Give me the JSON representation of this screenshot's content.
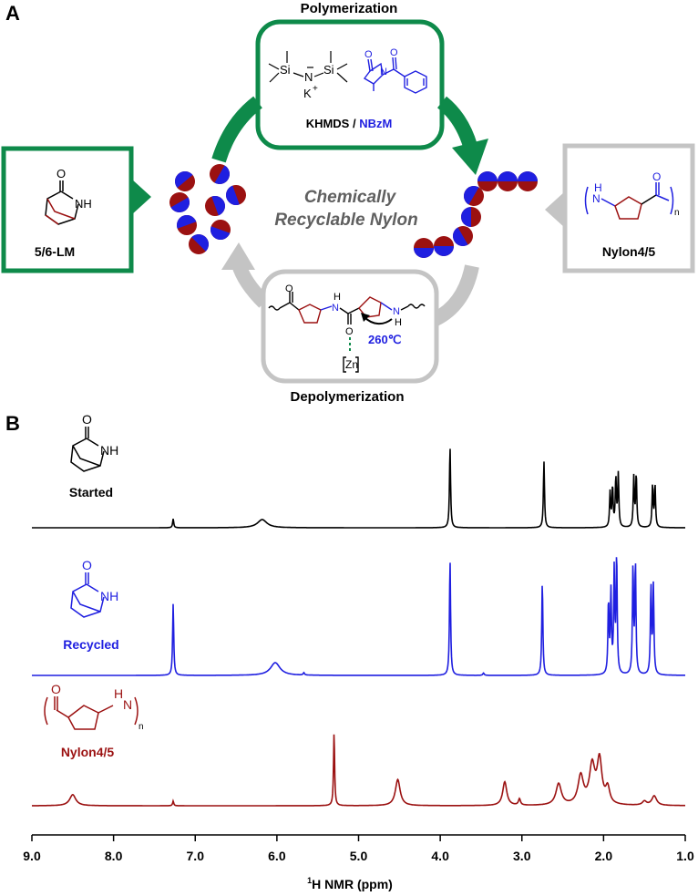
{
  "panel_a": {
    "letter": "A",
    "polymerization_title": "Polymerization",
    "catalyst_label": "KHMDS",
    "catalyst_sep": " / ",
    "initiator_label": "NBzM",
    "khmds_si_left": "Si",
    "khmds_n": "N",
    "khmds_si_right": "Si",
    "khmds_counterion": "K",
    "khmds_charge": "+",
    "center_line1": "Chemically",
    "center_line2": "Recyclable Nylon",
    "monomer_label": "5/6-LM",
    "monomer_o": "O",
    "monomer_nh": "NH",
    "polymer_label": "Nylon4/5",
    "polymer_h": "H",
    "polymer_n": "N",
    "polymer_o": "O",
    "polymer_sub": "n",
    "depolymerization_title": "Depolymerization",
    "depoly_o_left": "O",
    "depoly_h_top": "H",
    "depoly_n_mid": "N",
    "depoly_o_bottom": "O",
    "depoly_nh": "N",
    "depoly_h_bottom": "H",
    "temperature": "260℃",
    "zinc": "Zn",
    "colors": {
      "green": "#0e8a4a",
      "grey": "#c4c4c4",
      "blue": "#1f1fe0",
      "red": "#9b1111",
      "text_grey": "#606060"
    }
  },
  "panel_b": {
    "letter": "B",
    "spectra": [
      {
        "name": "Started",
        "color": "#000000",
        "o": "O",
        "nh": "NH"
      },
      {
        "name": "Recycled",
        "color": "#1f1fe0",
        "o": "O",
        "nh": "NH"
      },
      {
        "name": "Nylon4/5",
        "color": "#9b1111",
        "o": "O",
        "h": "H",
        "n": "N",
        "sub": "n"
      }
    ],
    "xaxis_label_sup": "1",
    "xaxis_label_text": "H NMR (ppm)",
    "ticks": [
      "9.0",
      "8.0",
      "7.0",
      "6.0",
      "5.0",
      "4.0",
      "3.0",
      "2.0",
      "1.0"
    ]
  },
  "chart_data": {
    "type": "line",
    "xlabel": "1H NMR (ppm)",
    "xlim": [
      9.0,
      1.0
    ],
    "x_reversed": true,
    "grid": false,
    "series": [
      {
        "name": "Started",
        "color": "#000000",
        "peaks": [
          {
            "ppm": 7.27,
            "height": 0.11,
            "width": 0.008
          },
          {
            "ppm": 6.18,
            "height": 0.1,
            "width": 0.07
          },
          {
            "ppm": 3.88,
            "height": 1.0,
            "width": 0.008
          },
          {
            "ppm": 2.73,
            "height": 0.82,
            "width": 0.008
          },
          {
            "ppm": 1.92,
            "height": 0.43,
            "width": 0.008
          },
          {
            "ppm": 1.89,
            "height": 0.49,
            "width": 0.008
          },
          {
            "ppm": 1.85,
            "height": 0.6,
            "width": 0.008
          },
          {
            "ppm": 1.82,
            "height": 0.65,
            "width": 0.008
          },
          {
            "ppm": 1.63,
            "height": 0.62,
            "width": 0.008
          },
          {
            "ppm": 1.6,
            "height": 0.65,
            "width": 0.008
          },
          {
            "ppm": 1.4,
            "height": 0.52,
            "width": 0.008
          },
          {
            "ppm": 1.37,
            "height": 0.52,
            "width": 0.008
          }
        ]
      },
      {
        "name": "Recycled",
        "color": "#1f1fe0",
        "peaks": [
          {
            "ppm": 7.27,
            "height": 0.62,
            "width": 0.008
          },
          {
            "ppm": 6.02,
            "height": 0.11,
            "width": 0.07
          },
          {
            "ppm": 5.67,
            "height": 0.02,
            "width": 0.01
          },
          {
            "ppm": 3.88,
            "height": 1.0,
            "width": 0.008
          },
          {
            "ppm": 3.47,
            "height": 0.02,
            "width": 0.01
          },
          {
            "ppm": 2.75,
            "height": 0.81,
            "width": 0.008
          },
          {
            "ppm": 1.94,
            "height": 0.62,
            "width": 0.008
          },
          {
            "ppm": 1.91,
            "height": 0.7,
            "width": 0.008
          },
          {
            "ppm": 1.87,
            "height": 0.88,
            "width": 0.008
          },
          {
            "ppm": 1.84,
            "height": 1.02,
            "width": 0.008
          },
          {
            "ppm": 1.64,
            "height": 0.92,
            "width": 0.008
          },
          {
            "ppm": 1.61,
            "height": 0.96,
            "width": 0.008
          },
          {
            "ppm": 1.42,
            "height": 0.76,
            "width": 0.008
          },
          {
            "ppm": 1.39,
            "height": 0.76,
            "width": 0.008
          }
        ]
      },
      {
        "name": "Nylon4/5",
        "color": "#9b1111",
        "peaks": [
          {
            "ppm": 8.5,
            "height": 0.14,
            "width": 0.045
          },
          {
            "ppm": 7.27,
            "height": 0.06,
            "width": 0.008
          },
          {
            "ppm": 5.3,
            "height": 0.92,
            "width": 0.008
          },
          {
            "ppm": 4.52,
            "height": 0.33,
            "width": 0.035
          },
          {
            "ppm": 3.21,
            "height": 0.3,
            "width": 0.03
          },
          {
            "ppm": 3.03,
            "height": 0.08,
            "width": 0.015
          },
          {
            "ppm": 2.55,
            "height": 0.27,
            "width": 0.04
          },
          {
            "ppm": 2.28,
            "height": 0.36,
            "width": 0.04
          },
          {
            "ppm": 2.14,
            "height": 0.48,
            "width": 0.04
          },
          {
            "ppm": 2.05,
            "height": 0.55,
            "width": 0.035
          },
          {
            "ppm": 1.95,
            "height": 0.2,
            "width": 0.03
          },
          {
            "ppm": 1.5,
            "height": 0.05,
            "width": 0.03
          },
          {
            "ppm": 1.38,
            "height": 0.12,
            "width": 0.035
          }
        ]
      }
    ]
  }
}
